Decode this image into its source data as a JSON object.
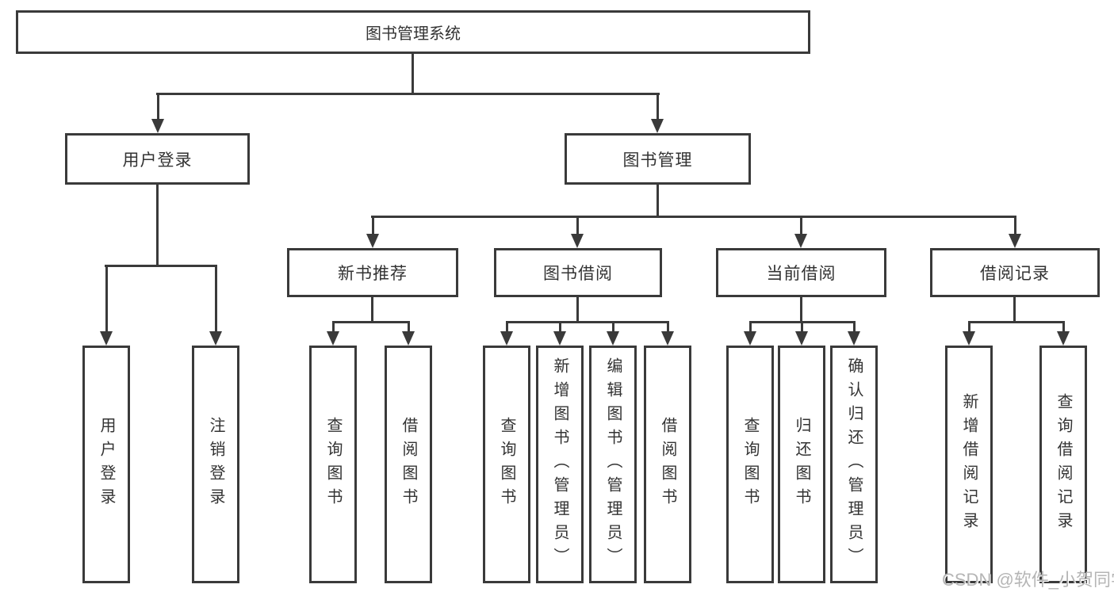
{
  "tree": {
    "label": "图书管理系统",
    "children": [
      {
        "label": "用户登录",
        "children": [
          {
            "label": "用户登录"
          },
          {
            "label": "注销登录"
          }
        ]
      },
      {
        "label": "图书管理",
        "children": [
          {
            "label": "新书推荐",
            "children": [
              {
                "label": "查询图书"
              },
              {
                "label": "借阅图书"
              }
            ]
          },
          {
            "label": "图书借阅",
            "children": [
              {
                "label": "查询图书"
              },
              {
                "label": "新增图书（管理员）"
              },
              {
                "label": "编辑图书（管理员）"
              },
              {
                "label": "借阅图书"
              }
            ]
          },
          {
            "label": "当前借阅",
            "children": [
              {
                "label": "查询图书"
              },
              {
                "label": "归还图书"
              },
              {
                "label": "确认归还（管理员）"
              }
            ]
          },
          {
            "label": "借阅记录",
            "children": [
              {
                "label": "新增借阅记录"
              },
              {
                "label": "查询借阅记录"
              }
            ]
          }
        ]
      }
    ]
  },
  "watermark": "CSDN @软件_小贺同学",
  "colors": {
    "line": "#3a3a3a",
    "box_background": "#ffffff",
    "text": "#333333",
    "watermark_text": "#b5b5b5"
  }
}
